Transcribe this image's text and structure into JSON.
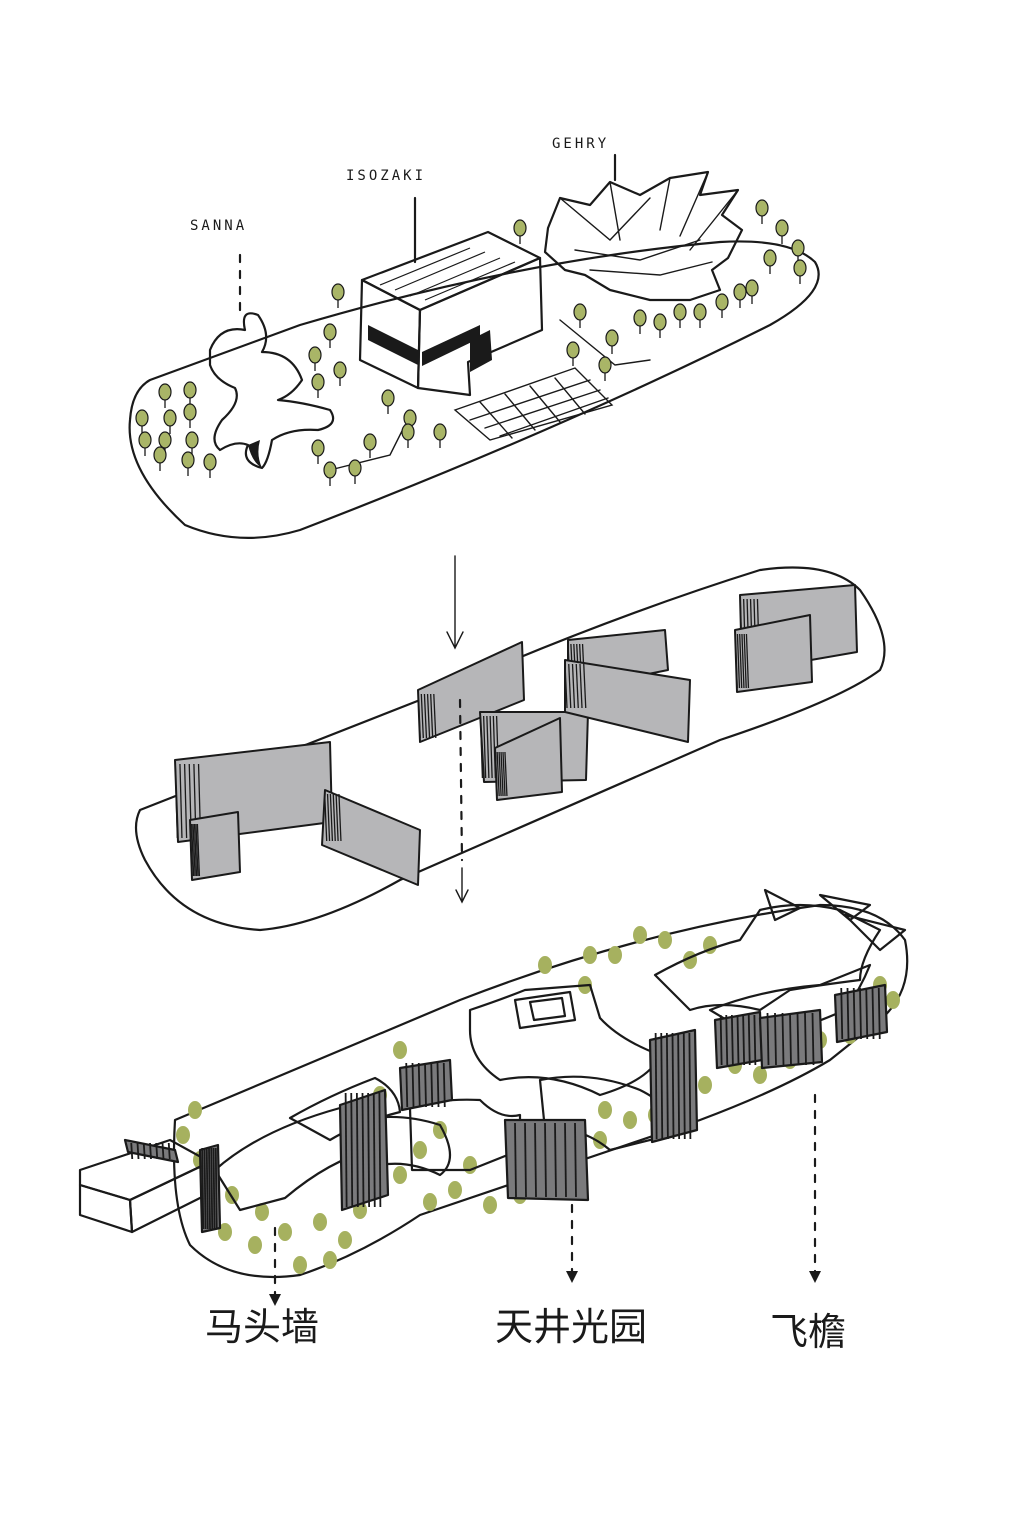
{
  "labels": {
    "sanaa": "SANNA",
    "isozaki": "ISOZAKI",
    "gehry": "GEHRY"
  },
  "captions": {
    "left": "马头墙",
    "center": "天井光园",
    "right": "飞檐"
  },
  "colors": {
    "sanaa": "#e0413f",
    "isozaki": "#f2a63c",
    "gehry": "#9b87a6",
    "tree": "#a9b567",
    "ground": "#d4d5ad",
    "wall": "#b6b6b8",
    "ink": "#1a1a1a",
    "pink_roof": "#e8a0a2",
    "orange_roof": "#f5c784",
    "lavender_roof": "#cbbfd6"
  }
}
